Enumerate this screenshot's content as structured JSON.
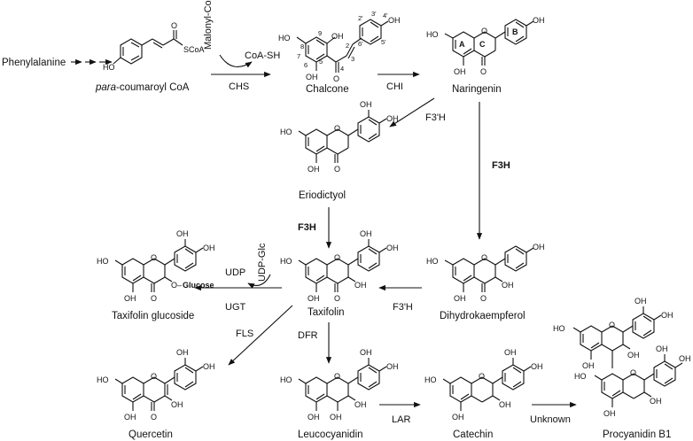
{
  "compounds": {
    "phenylalanine": "Phenylalanine",
    "coumaroyl_prefix": "para",
    "coumaroyl_suffix": "-coumaroyl CoA",
    "chalcone": "Chalcone",
    "naringenin": "Naringenin",
    "eriodictyol": "Eriodictyol",
    "dihydrokaempferol": "Dihydrokaempferol",
    "taxifolin": "Taxifolin",
    "taxifolin_glucoside": "Taxifolin  glucoside",
    "quercetin": "Quercetin",
    "leucocyanidin": "Leucocyanidin",
    "catechin": "Catechin",
    "procyanidin": "Procyanidin B1"
  },
  "enzymes": {
    "chs": "CHS",
    "chi": "CHI",
    "f3h_top": "F3'H",
    "f3h_bold_right": "F3H",
    "f3h_bold_left": "F3H",
    "f3h_bottom": "F3'H",
    "udp": "UDP",
    "ugt": "UGT",
    "fls": "FLS",
    "dfr": "DFR",
    "lar": "LAR",
    "unknown": "Unknown"
  },
  "cofactors": {
    "malonyl": "Malonyl-CoA",
    "coash": "CoA-SH",
    "udpglc": "UDP-Glc"
  },
  "atoms": {
    "oh": "OH",
    "ho": "HO",
    "o": "O",
    "scoa": "SCoA",
    "glucose": "Glucose",
    "o_dash": "O–"
  },
  "ring_labels": {
    "a": "A",
    "b": "B",
    "c": "C"
  },
  "numbering": {
    "n2p": "2'",
    "n3p": "3'",
    "n4p": "4'",
    "n5p": "5'",
    "n6p": "6'",
    "n2": "2",
    "n3": "3",
    "n4": "4",
    "n5": "5",
    "n6": "6",
    "n7": "7",
    "n8": "8",
    "n9": "9"
  }
}
